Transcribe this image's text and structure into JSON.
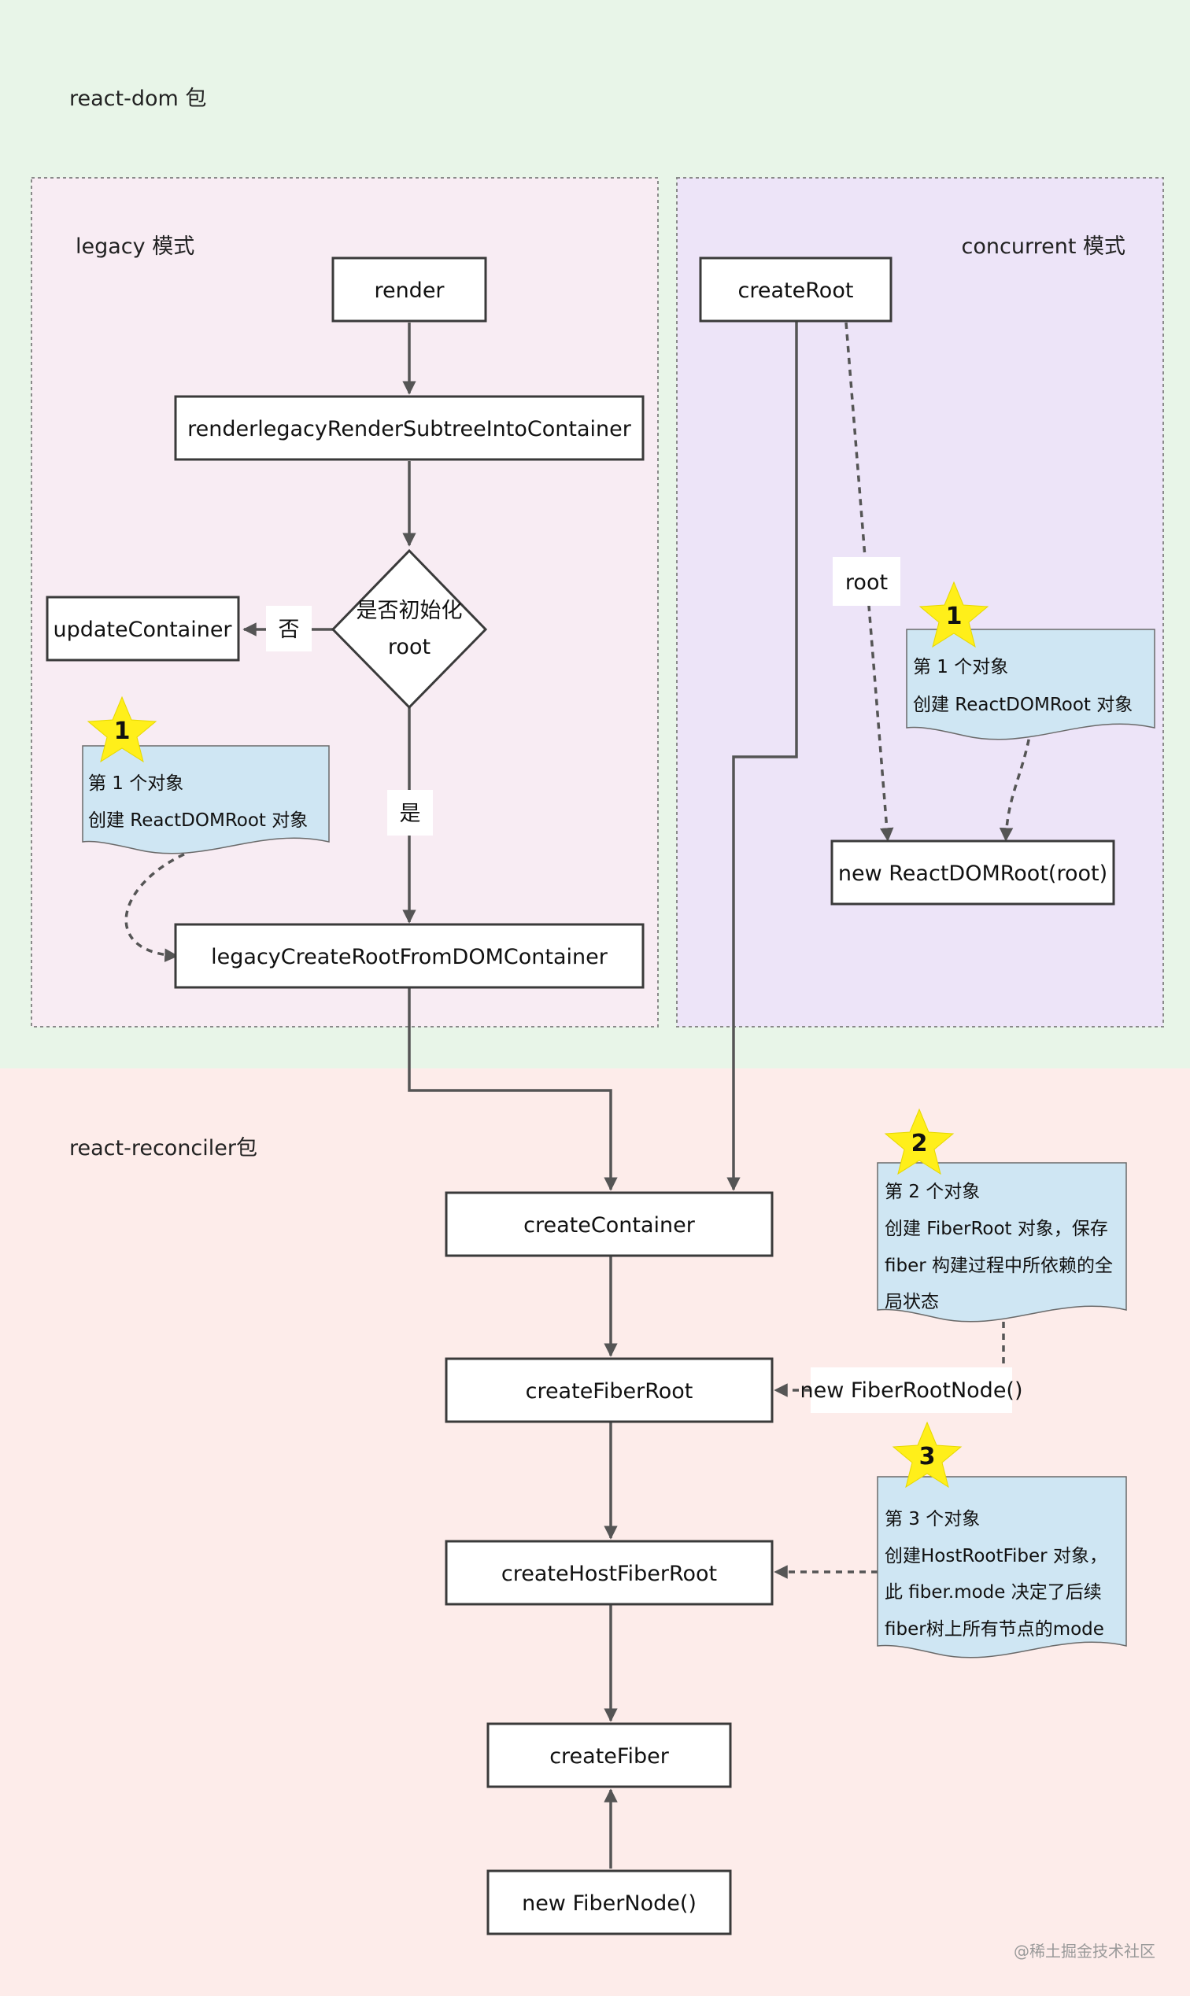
{
  "sections": {
    "react_dom": "react-dom 包",
    "legacy": "legacy 模式",
    "concurrent": "concurrent 模式",
    "reconciler": "react-reconciler包"
  },
  "nodes": {
    "render": "render",
    "render_legacy": "renderlegacyRenderSubtreeIntoContainer",
    "decision_line1": "是否初始化",
    "decision_line2": "root",
    "update_container": "updateContainer",
    "legacy_create_root": "legacyCreateRootFromDOMContainer",
    "create_root": "createRoot",
    "new_react_dom_root": "new ReactDOMRoot(root)",
    "create_container": "createContainer",
    "create_fiber_root": "createFiberRoot",
    "create_host_fiber_root": "createHostFiberRoot",
    "create_fiber": "createFiber",
    "new_fiber_node": "new FiberNode()",
    "new_fiber_root_node": "new FiberRootNode()"
  },
  "edge_labels": {
    "no": "否",
    "yes": "是",
    "root": "root"
  },
  "notes": {
    "legacy_note": {
      "star": "1",
      "lines": [
        "第 1 个对象",
        "创建 ReactDOMRoot 对象"
      ]
    },
    "concurrent_note": {
      "star": "1",
      "lines": [
        "第 1 个对象",
        "创建 ReactDOMRoot 对象"
      ]
    },
    "fiber_root_note": {
      "star": "2",
      "lines": [
        "第 2 个对象",
        "创建 FiberRoot 对象，保存",
        "fiber 构建过程中所依赖的全",
        "局状态"
      ]
    },
    "host_fiber_note": {
      "star": "3",
      "lines": [
        "第 3 个对象",
        "创建HostRootFiber 对象，",
        "此 fiber.mode 决定了后续",
        "fiber树上所有节点的mode"
      ]
    }
  },
  "watermark": "@稀土掘金技术社区",
  "colors": {
    "react_dom_bg": "#e8f5e8",
    "reconciler_bg": "#fdecea",
    "legacy_bg": "#f8ecf3",
    "concurrent_bg": "#ede4f8",
    "note_fill": "#cfe6f3",
    "star_fill": "#ffef1a"
  }
}
